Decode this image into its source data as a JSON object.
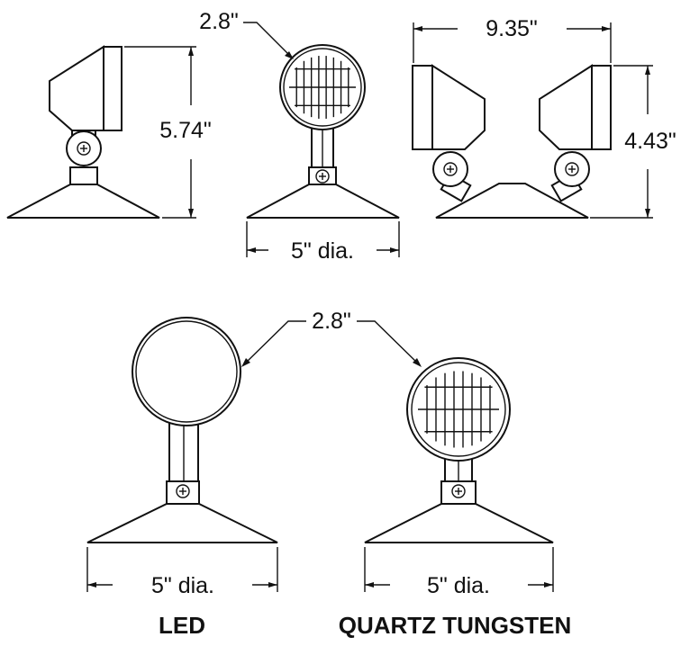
{
  "figures": {
    "side_view": {
      "height_label": "5.74\""
    },
    "front_view_top": {
      "lens_label": "2.8\"",
      "base_label": "5\" dia."
    },
    "twin_view": {
      "width_label": "9.35\"",
      "height_label": "4.43\""
    },
    "bottom": {
      "lens_label": "2.8\"",
      "led": {
        "base_label": "5\" dia.",
        "caption": "LED"
      },
      "quartz": {
        "base_label": "5\" dia.",
        "caption": "QUARTZ TUNGSTEN"
      }
    }
  },
  "colors": {
    "line": "#111111",
    "background": "#ffffff"
  }
}
